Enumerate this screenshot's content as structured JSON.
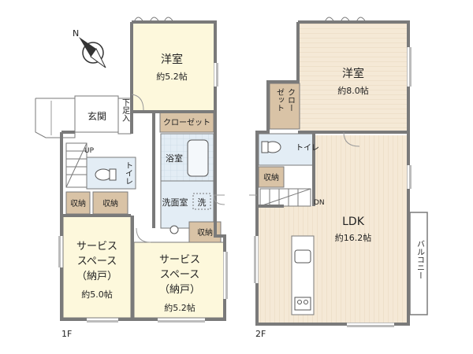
{
  "floors": {
    "f1": {
      "label": "1F",
      "rooms": {
        "western": {
          "name": "洋室",
          "size": "約5.2帖"
        },
        "closet": {
          "name": "クローゼット"
        },
        "entrance": {
          "name": "玄関"
        },
        "shoe_storage": {
          "name": "下足入"
        },
        "up": {
          "name": "UP"
        },
        "toilet": {
          "name": "トイレ"
        },
        "bath": {
          "name": "浴室"
        },
        "washroom": {
          "name": "洗面室"
        },
        "wash": {
          "name": "洗"
        },
        "storage_a": {
          "name": "収納"
        },
        "storage_b": {
          "name": "収納"
        },
        "storage_c": {
          "name": "収納"
        },
        "service_left": {
          "line1": "サービス",
          "line2": "スペース",
          "line3": "（納戸）",
          "size": "約5.0帖"
        },
        "service_right": {
          "line1": "サービス",
          "line2": "スペース",
          "line3": "（納戸）",
          "size": "約5.2帖"
        }
      }
    },
    "f2": {
      "label": "2F",
      "rooms": {
        "western": {
          "name": "洋室",
          "size": "約8.0帖"
        },
        "closet_v": {
          "col1": "クロー",
          "col2": "ゼット"
        },
        "toilet": {
          "name": "トイレ"
        },
        "storage": {
          "name": "収納"
        },
        "dn": {
          "name": "DN"
        },
        "ldk": {
          "name": "LDK",
          "size": "約16.2帖"
        },
        "balcony": {
          "name": "バルコニー"
        }
      }
    }
  },
  "compass": {
    "label": "N"
  },
  "colors": {
    "wall": "#7a7a7a",
    "floor_wood": "#f5e9d6",
    "closet_fill": "#d9c3a6",
    "wet_area": "#dde9f2",
    "yellow_room": "#fdf8dc"
  }
}
